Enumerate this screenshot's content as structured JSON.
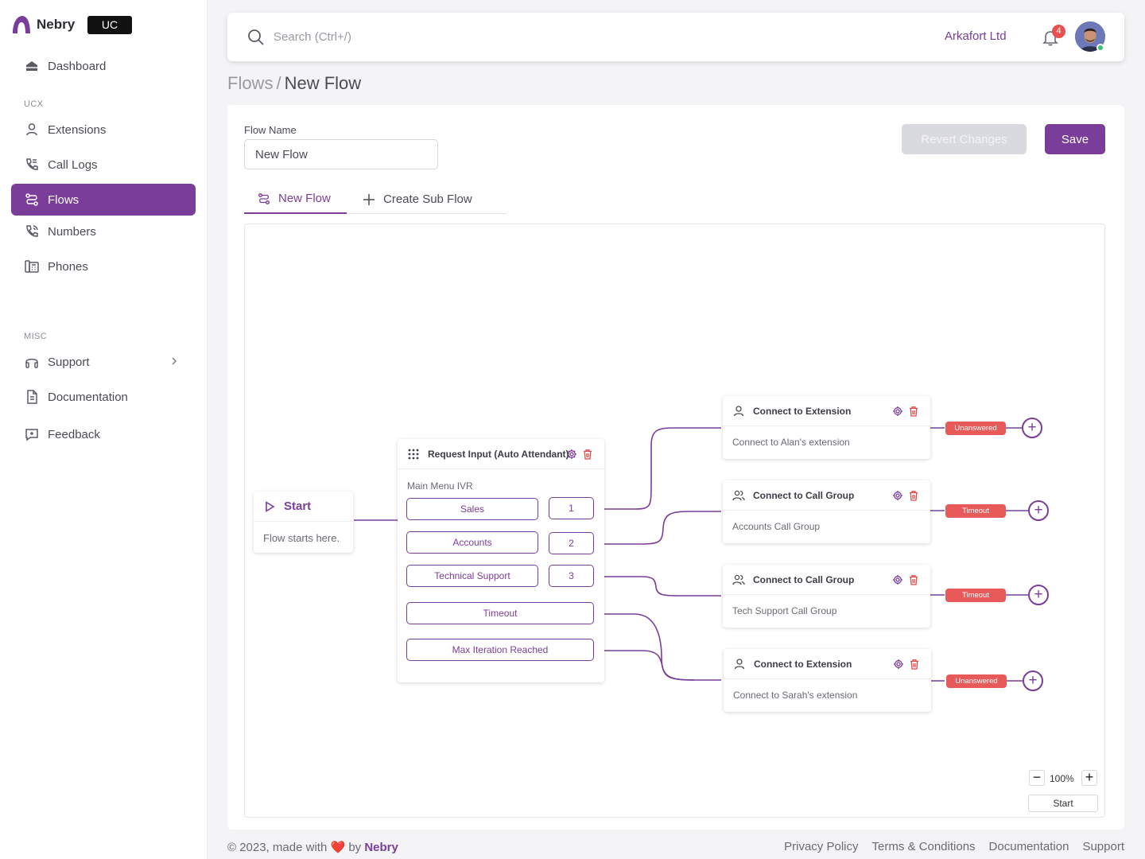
{
  "brand": {
    "name": "Nebry",
    "badge": "UC"
  },
  "nav": {
    "dashboard": "Dashboard",
    "section_ucx": "UCX",
    "extensions": "Extensions",
    "call_logs": "Call Logs",
    "flows": "Flows",
    "numbers": "Numbers",
    "phones": "Phones",
    "section_misc": "MISC",
    "support": "Support",
    "documentation": "Documentation",
    "feedback": "Feedback"
  },
  "topbar": {
    "search_placeholder": "Search (Ctrl+/)",
    "org": "Arkafort Ltd",
    "notification_count": "4",
    "online_status_color": "#35c26b"
  },
  "breadcrumb": {
    "root": "Flows",
    "separator": "/",
    "current": "New Flow"
  },
  "form": {
    "flow_name_label": "Flow Name",
    "flow_name_value": "New Flow",
    "revert_label": "Revert Changes",
    "save_label": "Save"
  },
  "tabs": {
    "current": "New Flow",
    "add_sub": "Create Sub Flow"
  },
  "canvas": {
    "start": {
      "title": "Start",
      "desc": "Flow starts here."
    },
    "ivr": {
      "title": "Request Input (Auto Attendant)",
      "subtitle": "Main Menu IVR",
      "options": [
        {
          "label": "Sales",
          "key": "1"
        },
        {
          "label": "Accounts",
          "key": "2"
        },
        {
          "label": "Technical Support",
          "key": "3"
        },
        {
          "label": "Timeout"
        },
        {
          "label": "Max Iteration Reached"
        }
      ]
    },
    "destinations": [
      {
        "title": "Connect to Extension",
        "desc": "Connect to Alan's extension",
        "badge": "Unanswered",
        "icon": "user-icon"
      },
      {
        "title": "Connect to Call Group",
        "desc": "Accounts Call Group",
        "badge": "Timeout",
        "icon": "users-icon"
      },
      {
        "title": "Connect to Call Group",
        "desc": "Tech Support Call Group",
        "badge": "Timeout",
        "icon": "users-icon"
      },
      {
        "title": "Connect to Extension",
        "desc": "Connect to Sarah's extension",
        "badge": "Unanswered",
        "icon": "user-icon"
      }
    ],
    "zoom": "100%",
    "jump_start": "Start"
  },
  "footer": {
    "copyright": "© 2023, made with",
    "by": "by",
    "brand": "Nebry",
    "links": [
      "Privacy Policy",
      "Terms & Conditions",
      "Documentation",
      "Support"
    ]
  },
  "colors": {
    "accent": "#7a3d99",
    "danger": "#e85a5a"
  }
}
